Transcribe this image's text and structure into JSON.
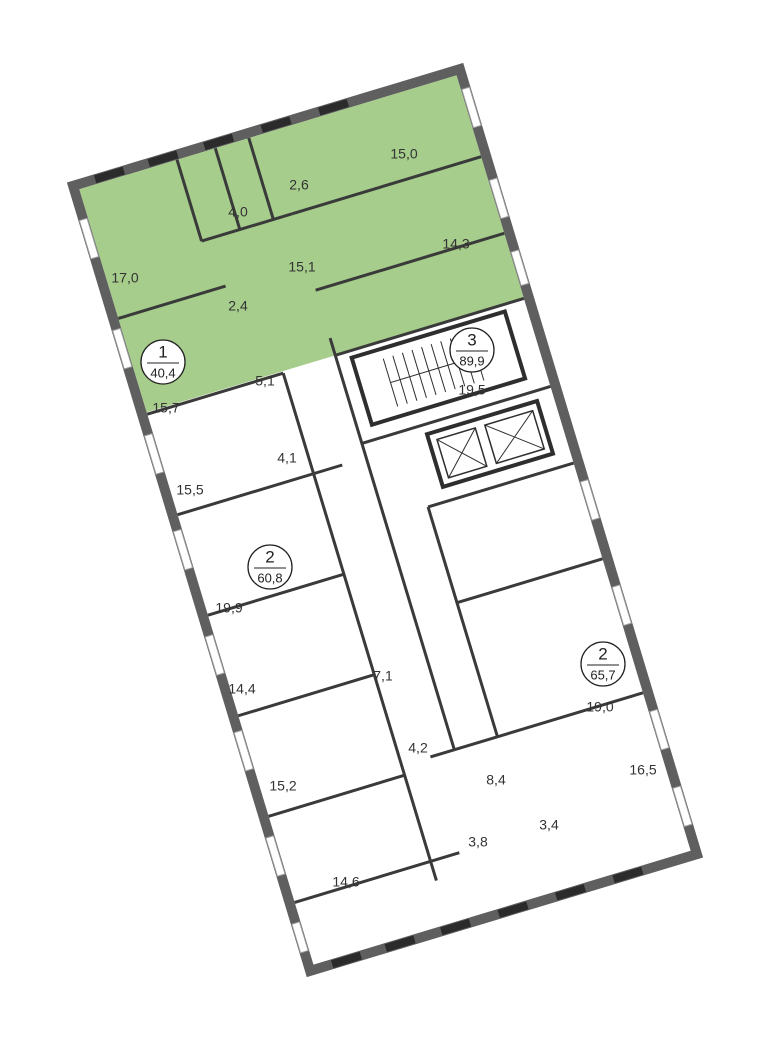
{
  "colors": {
    "highlight": "#a6cd8b",
    "wall": "#5f5f5f",
    "window_band": "#2b2b2b",
    "badge_fill": "#ffffff"
  },
  "apartments": [
    {
      "rooms": "1",
      "area": "40,4"
    },
    {
      "rooms": "3",
      "area": "89,9"
    },
    {
      "rooms": "2",
      "area": "60,8"
    },
    {
      "rooms": "2",
      "area": "65,7"
    }
  ],
  "rooms": [
    "17,0",
    "4,0",
    "2,6",
    "15,0",
    "15,1",
    "14,3",
    "2,4",
    "19,5",
    "15,7",
    "5,1",
    "4,1",
    "15,5",
    "19,9",
    "14,4",
    "7,1",
    "4,2",
    "15,2",
    "14,6",
    "19,0",
    "8,4",
    "16,5",
    "3,8",
    "3,4"
  ]
}
